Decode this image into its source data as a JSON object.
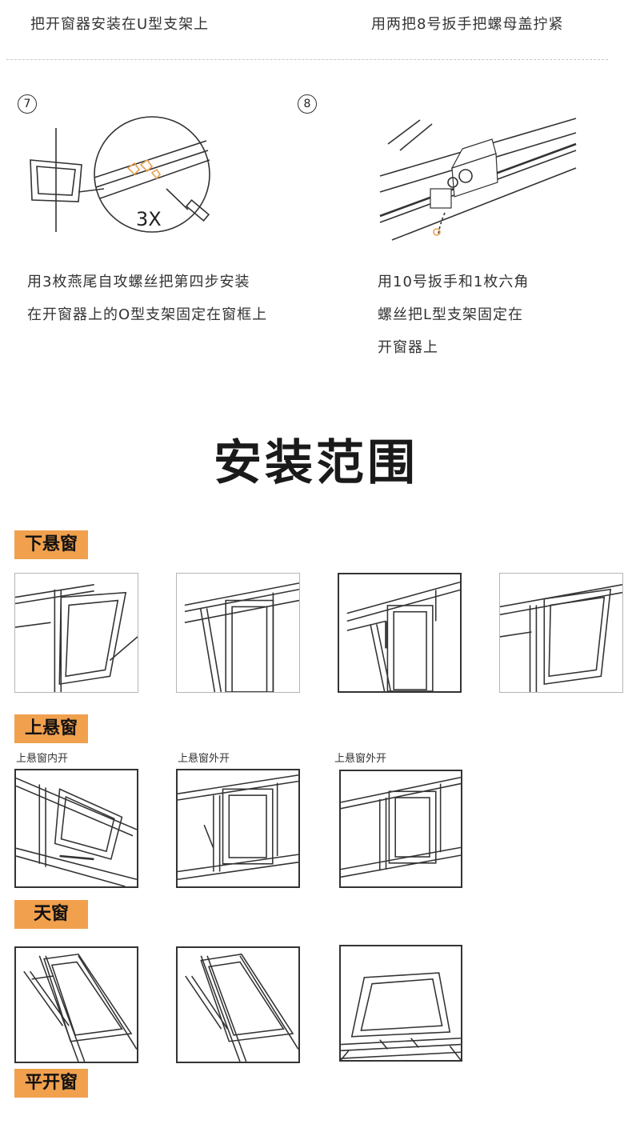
{
  "top_captions": {
    "left": "把开窗器安装在U型支架上",
    "right": "用两把8号扳手把螺母盖拧紧"
  },
  "steps": [
    {
      "number": "7",
      "callout": "3X",
      "lines": [
        "用3枚燕尾自攻螺丝把第四步安装",
        "在开窗器上的O型支架固定在窗框上"
      ]
    },
    {
      "number": "8",
      "lines": [
        "用10号扳手和1枚六角",
        "螺丝把L型支架固定在",
        "开窗器上"
      ]
    }
  ],
  "section_title": "安装范围",
  "categories": [
    {
      "tag": "下悬窗",
      "labels": []
    },
    {
      "tag": "上悬窗",
      "labels": [
        "上悬窗内开",
        "上悬窗外开",
        "上悬窗外开"
      ]
    },
    {
      "tag": "天窗",
      "labels": []
    },
    {
      "tag": "平开窗",
      "labels": []
    }
  ],
  "colors": {
    "tag_background": "#f1a04e",
    "line": "#333333"
  }
}
